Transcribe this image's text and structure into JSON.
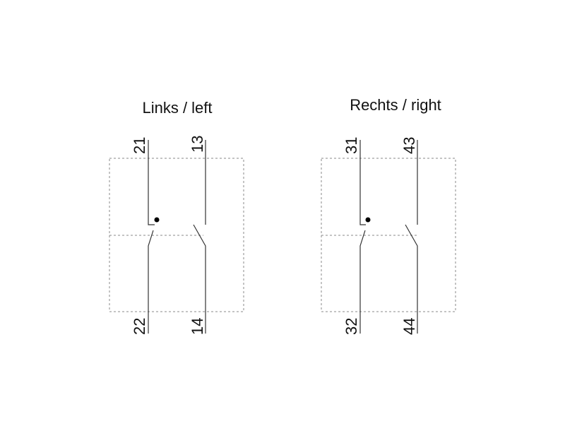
{
  "diagram": {
    "left": {
      "title": "Links / left",
      "nc_top": "21",
      "no_top": "13",
      "nc_bottom": "22",
      "no_bottom": "14"
    },
    "right": {
      "title": "Rechts / right",
      "nc_top": "31",
      "no_top": "43",
      "nc_bottom": "32",
      "no_bottom": "44"
    }
  }
}
